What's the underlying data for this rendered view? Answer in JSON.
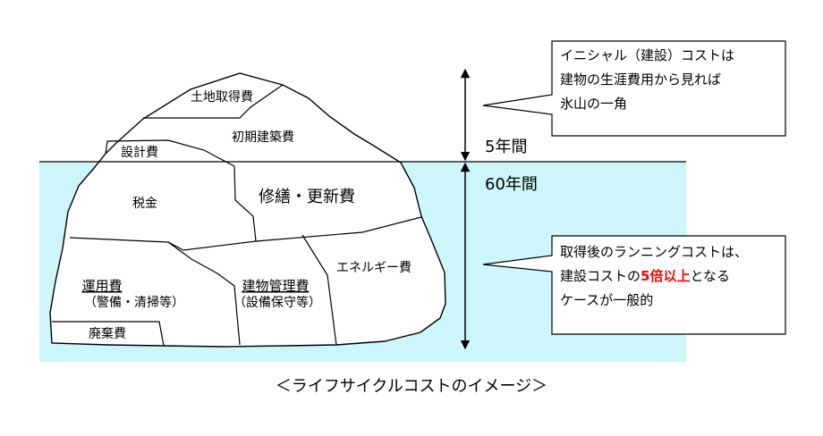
{
  "labels": {
    "land": "土地取得費",
    "initial_build": "初期建築費",
    "design": "設計費",
    "tax": "税金",
    "repair": "修繕・更新費",
    "operation": "運用費",
    "operation_sub": "（警備・清掃等）",
    "management": "建物管理費",
    "management_sub": "（設備保守等）",
    "energy": "エネルギー費",
    "disposal": "廃棄費"
  },
  "periods": {
    "above": "5年間",
    "below": "60年間"
  },
  "callout_top": {
    "line1": "イニシャル（建設）コストは",
    "line2": "建物の生涯費用から見れば",
    "line3": "氷山の一角"
  },
  "callout_bottom": {
    "line1": "取得後のランニングコストは、",
    "line2_pre": "建設コストの",
    "line2_highlight": "5倍以上",
    "line2_post": "となる",
    "line3": "ケースが一般的"
  },
  "caption": "＜ライフサイクルコストのイメージ＞",
  "colors": {
    "sea": "#ccf6f9",
    "highlight": "#ff0000"
  }
}
